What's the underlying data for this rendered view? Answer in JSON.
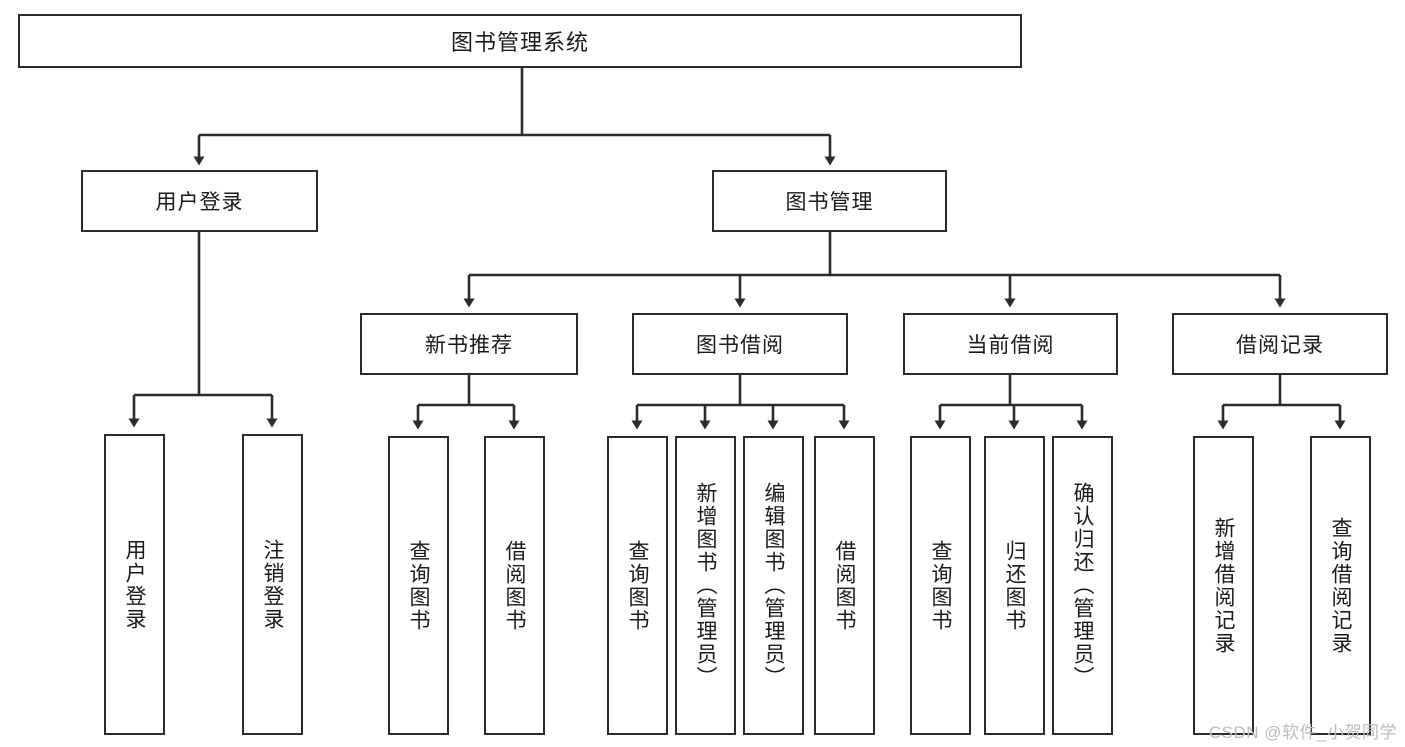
{
  "diagram": {
    "title": "图书管理系统",
    "type": "hierarchy-tree",
    "levels": 4,
    "nodes": {
      "root": {
        "label": "图书管理系统"
      },
      "level2": [
        {
          "id": "user-login",
          "label": "用户登录"
        },
        {
          "id": "book-management",
          "label": "图书管理"
        }
      ],
      "level3": [
        {
          "id": "new-book-recommend",
          "label": "新书推荐"
        },
        {
          "id": "book-borrow",
          "label": "图书借阅"
        },
        {
          "id": "current-borrow",
          "label": "当前借阅"
        },
        {
          "id": "borrow-record",
          "label": "借阅记录"
        }
      ],
      "level4": [
        {
          "id": "leaf-user-login",
          "label": "用户登录",
          "parent": "user-login"
        },
        {
          "id": "leaf-logout",
          "label": "注销登录",
          "parent": "user-login"
        },
        {
          "id": "leaf-query-book-1",
          "label": "查询图书",
          "parent": "new-book-recommend"
        },
        {
          "id": "leaf-borrow-book-1",
          "label": "借阅图书",
          "parent": "new-book-recommend"
        },
        {
          "id": "leaf-query-book-2",
          "label": "查询图书",
          "parent": "book-borrow"
        },
        {
          "id": "leaf-add-book",
          "label": "新增图书（管理员）",
          "parent": "book-borrow"
        },
        {
          "id": "leaf-edit-book",
          "label": "编辑图书（管理员）",
          "parent": "book-borrow"
        },
        {
          "id": "leaf-borrow-book-2",
          "label": "借阅图书",
          "parent": "book-borrow"
        },
        {
          "id": "leaf-query-book-3",
          "label": "查询图书",
          "parent": "current-borrow"
        },
        {
          "id": "leaf-return-book",
          "label": "归还图书",
          "parent": "current-borrow"
        },
        {
          "id": "leaf-confirm-return",
          "label": "确认归还（管理员）",
          "parent": "current-borrow"
        },
        {
          "id": "leaf-add-record",
          "label": "新增借阅记录",
          "parent": "borrow-record"
        },
        {
          "id": "leaf-query-record",
          "label": "查询借阅记录",
          "parent": "borrow-record"
        }
      ]
    },
    "colors": {
      "stroke": "#2b2b2b",
      "fill": "#ffffff",
      "text": "#1a1a1a",
      "watermark": "#b9bcc0"
    }
  },
  "watermark": {
    "text": "CSDN @软件_小贺同学"
  }
}
